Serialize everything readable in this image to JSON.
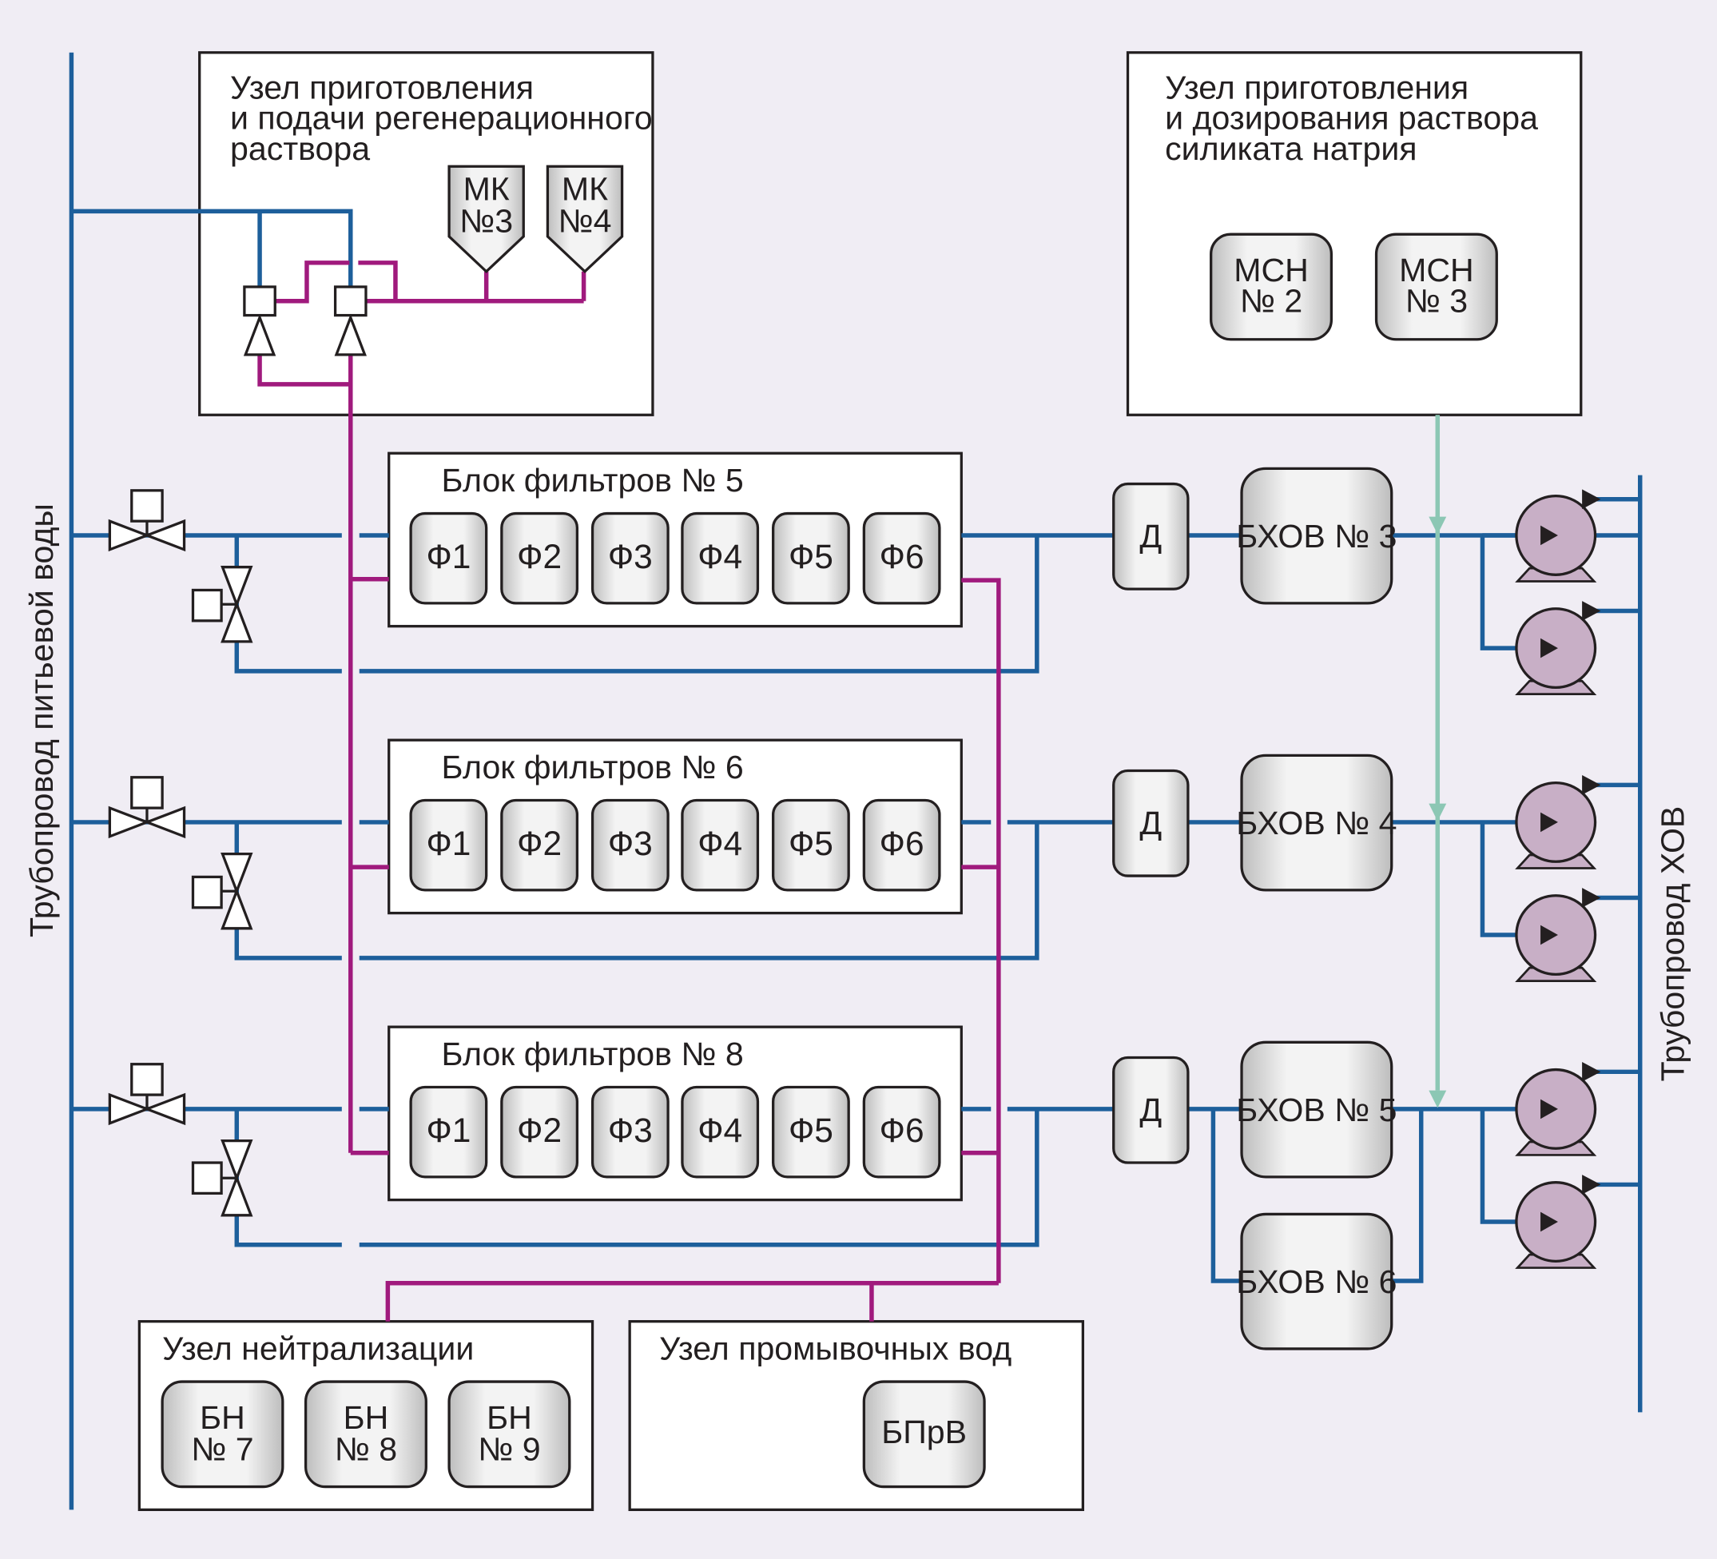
{
  "colors": {
    "background": "#f0edf4",
    "water_pipe": "#1d5f9b",
    "regeneration_pipe": "#a01a7d",
    "silicate_pipe": "#8cc7b4",
    "pump": "#c8afc6"
  },
  "icons": [
    "valve-icon",
    "actuator-icon",
    "pump-icon",
    "flow-arrow-icon",
    "hopper-icon"
  ],
  "pipes": {
    "drinking_water": "Трубопровод питьевой воды",
    "treated_water": "Трубопровод ХОВ"
  },
  "regen_unit": {
    "title_lines": [
      "Узел приготовления",
      "и подачи регенерационного",
      "раствора"
    ],
    "hoppers": [
      {
        "line1": "МК",
        "line2": "№3"
      },
      {
        "line1": "МК",
        "line2": "№4"
      }
    ]
  },
  "silicate_unit": {
    "title_lines": [
      "Узел приготовления",
      "и дозирования раствора",
      "силиката натрия"
    ],
    "tanks": [
      {
        "line1": "МСН",
        "line2": "№ 2"
      },
      {
        "line1": "МСН",
        "line2": "№ 3"
      }
    ]
  },
  "filter_blocks": [
    {
      "title": "Блок фильтров № 5",
      "filters": [
        "Ф1",
        "Ф2",
        "Ф3",
        "Ф4",
        "Ф5",
        "Ф6"
      ]
    },
    {
      "title": "Блок фильтров № 6",
      "filters": [
        "Ф1",
        "Ф2",
        "Ф3",
        "Ф4",
        "Ф5",
        "Ф6"
      ]
    },
    {
      "title": "Блок фильтров № 8",
      "filters": [
        "Ф1",
        "Ф2",
        "Ф3",
        "Ф4",
        "Ф5",
        "Ф6"
      ]
    }
  ],
  "dosers": [
    "Д",
    "Д",
    "Д"
  ],
  "storage_tanks": [
    "БХОВ № 3",
    "БХОВ № 4",
    "БХОВ № 5",
    "БХОВ № 6"
  ],
  "neutralization_unit": {
    "title": "Узел нейтрализации",
    "tanks": [
      {
        "line1": "БН",
        "line2": "№ 7"
      },
      {
        "line1": "БН",
        "line2": "№ 8"
      },
      {
        "line1": "БН",
        "line2": "№ 9"
      }
    ]
  },
  "wash_unit": {
    "title": "Узел промывочных вод",
    "tank": "БПрВ"
  }
}
